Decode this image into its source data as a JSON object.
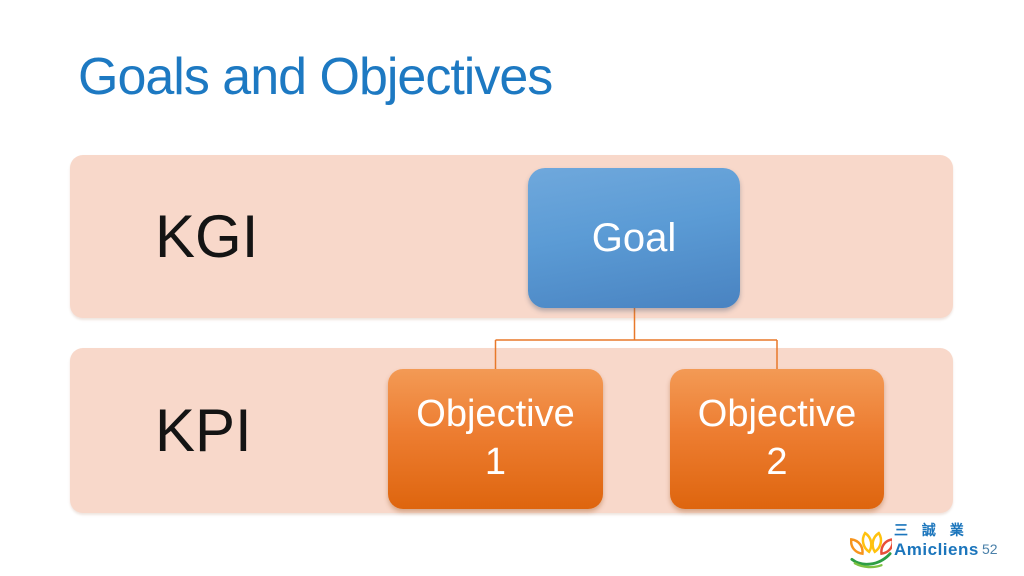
{
  "slide": {
    "title": "Goals and Objectives"
  },
  "diagram": {
    "type": "hierarchy",
    "rows": [
      {
        "label": "KGI"
      },
      {
        "label": "KPI"
      }
    ],
    "nodes": {
      "goal": "Goal",
      "objective1": "Objective\n1",
      "objective2": "Objective\n2"
    },
    "edges": [
      {
        "from": "Goal",
        "to": "Objective 1"
      },
      {
        "from": "Goal",
        "to": "Objective 2"
      }
    ]
  },
  "footer": {
    "logo": {
      "cjk_text": "三 誠 業",
      "brand_text": "Amicliens"
    },
    "page_number": "52"
  },
  "colors": {
    "title_text": "#1D79C2",
    "band_fill": "#F8D8CA",
    "band_text": "#141414",
    "goal_fill_top": "#6FA8DC",
    "goal_fill_bottom": "#4983C1",
    "objective_fill_top": "#F39A55",
    "objective_fill_bottom": "#DE650E",
    "connector_line": "#E8792A",
    "node_text": "#FFFFFF",
    "logo_text": "#1B75BC",
    "page_number_text": "#4A80A9"
  }
}
